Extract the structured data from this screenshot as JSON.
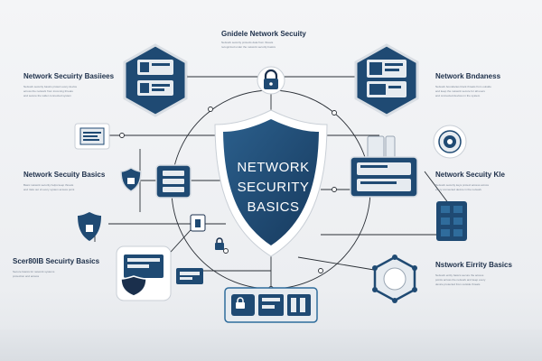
{
  "title": {
    "heading": "Gnidele Network Secuity",
    "caption": "Network security protects data from threats\nrecognized under the network security basics"
  },
  "shield": {
    "lines": [
      "NETWORK",
      "SECURITY",
      "BASICS"
    ]
  },
  "left_labels": [
    {
      "heading": "Network Secuirty Basiiees",
      "caption": "Network security basics protect every device\nacross the network from incoming threats\nand secure the wider connected system"
    },
    {
      "heading": "Network Secuity Basics",
      "caption": "Basic network security helps keep threats\nand risks out of every system access point"
    },
    {
      "heading": "Scer80IB Secuirty Basics",
      "caption": "Secure basics for network systems\nprotection and access"
    }
  ],
  "right_labels": [
    {
      "heading": "Network Bndaness",
      "caption": "Network boundaries block threats from outside\nand keep the network secure for all users\nand connected devices in the system"
    },
    {
      "heading": "Network Secuity Kle",
      "caption": "Network security keys protect access across\nevery connected device in the network"
    },
    {
      "heading": "Nstwork Eirrity Basics",
      "caption": "Network entity basics secure the access\npoints across the network and keep every\ndevice protected from outside threats"
    }
  ],
  "colors": {
    "navy": "#1f4a73",
    "dark_navy": "#1a2f4c",
    "accent": "#2f6c9c",
    "line": "#2a2f36"
  },
  "icons": [
    "server-hexagon-icon",
    "padlock-icon",
    "server-hexagon-icon",
    "document-icon",
    "target-icon",
    "small-shield-icon",
    "database-icon",
    "router-icon",
    "shield-lock-icon",
    "lock-icon",
    "server-rack-icon",
    "computer-shield-icon",
    "monitor-icon",
    "hexagon-node-icon",
    "network-switch-icon",
    "padlock-small-icon"
  ]
}
